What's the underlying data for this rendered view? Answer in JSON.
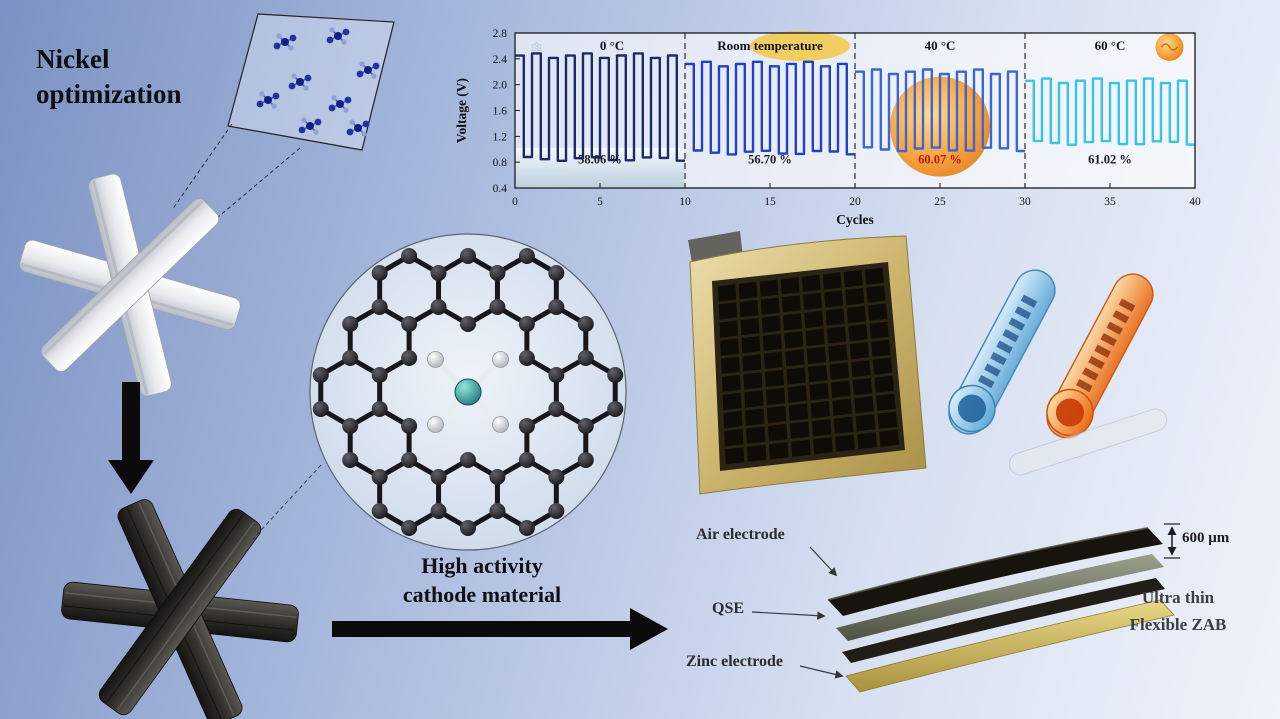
{
  "figure": {
    "type": "graphical abstract - zinc-air battery nickel cathode",
    "background_top_color": "#7b92c2",
    "background_bottom_color": "#eff3fa"
  },
  "labels": {
    "nickel_line1": "Nickel",
    "nickel_line2": "optimization",
    "process_line1": "High activity",
    "process_line2": "cathode material",
    "air_electrode": "Air electrode",
    "qse": "QSE",
    "zinc_electrode": "Zinc electrode",
    "thickness": "600 μm",
    "zab_line1": "Ultra thin",
    "zab_line2": "Flexible ZAB"
  },
  "icons": {
    "region1_icon": "snowflake-ice-icon",
    "region1_glyph": "❄",
    "region3_icon": "sun-icon",
    "region4_icon": "sun-icon",
    "left_top_icon": "crystal-structure-inset",
    "left_white_icon": "white-snowflake-precursor",
    "left_dark_icon": "dark-snowflake-product",
    "center_icon": "graphene-single-atom-site"
  },
  "colors": {
    "arrow_black": "#0b0b0b",
    "blue_cell": "#5fa8d8",
    "orange_cell": "#ec6a14",
    "zinc_layer": "#cdb65e",
    "air_layer": "#17140e"
  },
  "chart_data": {
    "type": "line",
    "subtype": "square-wave charge/discharge cycling at different temperatures",
    "xlabel": "Cycles",
    "ylabel": "Voltage (V)",
    "xlim": [
      0,
      40
    ],
    "ylim": [
      0.4,
      2.8
    ],
    "x_ticks": [
      0,
      5,
      10,
      15,
      20,
      25,
      30,
      35,
      40
    ],
    "y_ticks": [
      0.4,
      0.8,
      1.2,
      1.6,
      2.0,
      2.4,
      2.8
    ],
    "grid": false,
    "legend": false,
    "cycles_per_region": 10,
    "separators_x": [
      10,
      20,
      30
    ],
    "regions": [
      {
        "label": "0 °C",
        "x_range": [
          0,
          10
        ],
        "efficiency": "58.06 %",
        "charge_v": 2.45,
        "discharge_v": 0.85,
        "color": "#1c2a6b",
        "efficiency_color": "#1a1a22"
      },
      {
        "label": "Room temperature",
        "x_range": [
          10,
          20
        ],
        "efficiency": "56.70 %",
        "charge_v": 2.32,
        "discharge_v": 0.95,
        "color": "#2340c8",
        "efficiency_color": "#1a1a22"
      },
      {
        "label": "40 °C",
        "x_range": [
          20,
          30
        ],
        "efficiency": "60.07 %",
        "charge_v": 2.2,
        "discharge_v": 1.0,
        "color": "#3b66d4",
        "efficiency_color": "#c01818"
      },
      {
        "label": "60 °C",
        "x_range": [
          30,
          40
        ],
        "efficiency": "61.02 %",
        "charge_v": 2.06,
        "discharge_v": 1.1,
        "color": "#38c3e8",
        "efficiency_color": "#1a1a22"
      }
    ]
  }
}
